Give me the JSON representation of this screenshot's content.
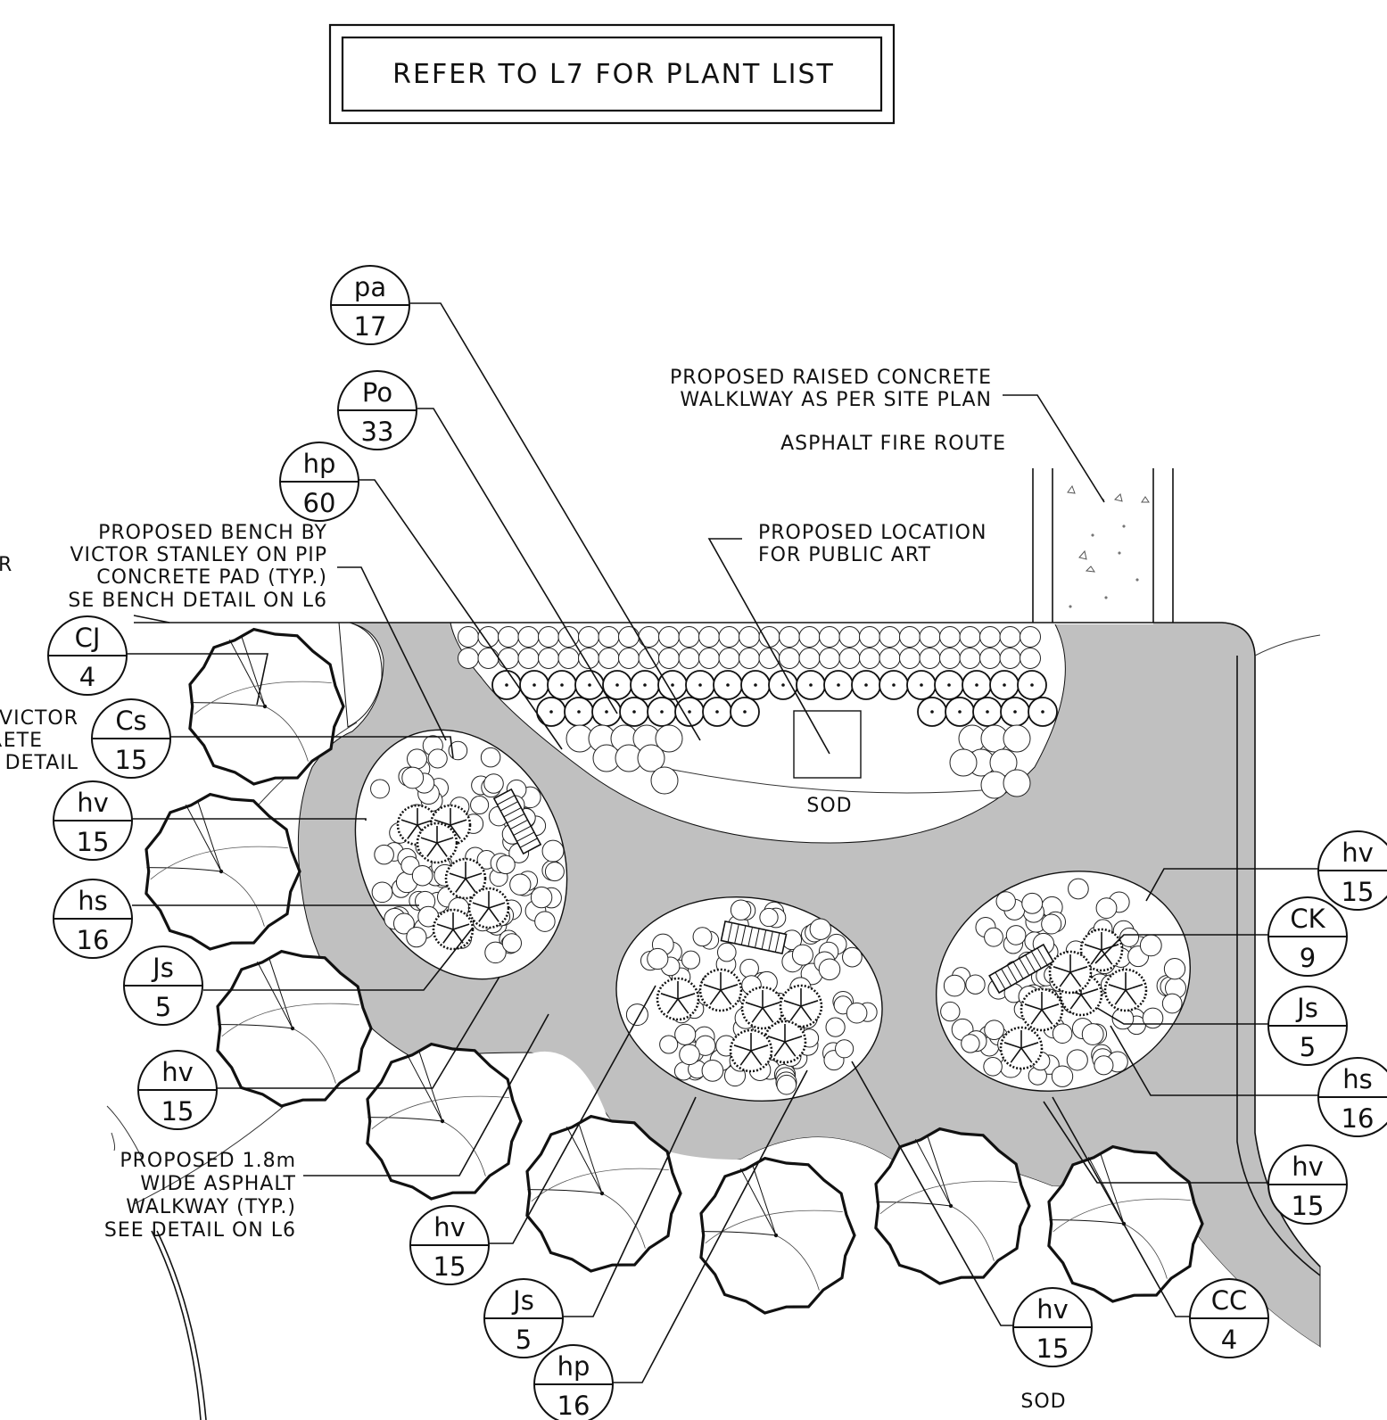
{
  "note_box": {
    "text": "REFER TO L7 FOR PLANT LIST"
  },
  "labels": {
    "raised_walkway": [
      "PROPOSED RAISED CONCRETE",
      "WALKLWAY AS PER SITE PLAN"
    ],
    "fire_route": "ASPHALT FIRE ROUTE",
    "public_art": [
      "PROPOSED LOCATION",
      "FOR PUBLIC ART"
    ],
    "bench": [
      "PROPOSED BENCH BY",
      "VICTOR STANLEY ON PIP",
      "CONCRETE PAD (TYP.)",
      "SE BENCH DETAIL ON L6"
    ],
    "cut_off": [
      "R",
      "VICTOR",
      "RETE",
      "DETAIL"
    ],
    "sod_top": "SOD",
    "sod_bottom": "SOD",
    "asphalt_walkway": [
      "PROPOSED 1.8m",
      "WIDE ASPHALT",
      "WALKWAY (TYP.)",
      "SEE DETAIL ON L6"
    ]
  },
  "plant_tags": [
    {
      "code": "pa",
      "qty": "17"
    },
    {
      "code": "Po",
      "qty": "33"
    },
    {
      "code": "hp",
      "qty": "60"
    },
    {
      "code": "CJ",
      "qty": "4"
    },
    {
      "code": "Cs",
      "qty": "15"
    },
    {
      "code": "hv",
      "qty": "15"
    },
    {
      "code": "hs",
      "qty": "16"
    },
    {
      "code": "Js",
      "qty": "5"
    },
    {
      "code": "hv",
      "qty": "15"
    },
    {
      "code": "hv",
      "qty": "15"
    },
    {
      "code": "Js",
      "qty": "5"
    },
    {
      "code": "hp",
      "qty": "16"
    },
    {
      "code": "hv",
      "qty": "15"
    },
    {
      "code": "CC",
      "qty": "4"
    },
    {
      "code": "hv",
      "qty": "15"
    },
    {
      "code": "hs",
      "qty": "16"
    },
    {
      "code": "Js",
      "qty": "5"
    },
    {
      "code": "CK",
      "qty": "9"
    },
    {
      "code": "hv",
      "qty": "15"
    }
  ],
  "colors": {
    "asphalt": "#c0c0c0",
    "ink": "#111111",
    "paper": "#ffffff"
  }
}
